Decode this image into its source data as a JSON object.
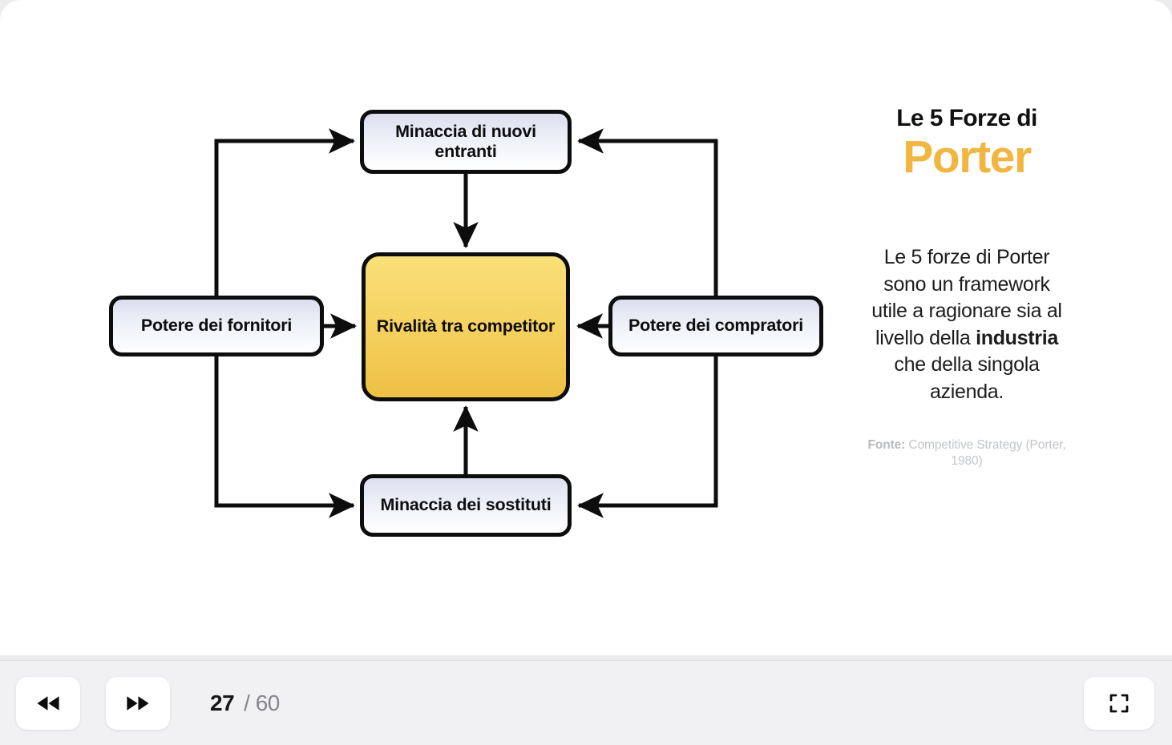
{
  "diagram": {
    "title": "Le 5 Forze di Porter",
    "nodes": {
      "top": "Minaccia di nuovi entranti",
      "left": "Potere dei fornitori",
      "right": "Potere dei compratori",
      "bottom": "Minaccia dei sostituti",
      "center": "Rivalità tra competitor"
    },
    "colors": {
      "center_fill_top": "#f9e079",
      "center_fill_bottom": "#eec044",
      "node_fill_top": "#dcdeee",
      "node_fill_bottom": "#ffffff",
      "stroke": "#0d0d0d",
      "accent": "#f2b640"
    }
  },
  "side": {
    "title_line1": "Le 5 Forze di",
    "title_line2": "Porter",
    "body_before": "Le 5 forze di Porter sono un framework utile a ragionare sia al livello della ",
    "body_bold": "industria",
    "body_after": " che della singola azienda.",
    "source_label": "Fonte:",
    "source_text": " Competitive Strategy (Porter, 1980)"
  },
  "toolbar": {
    "prev_icon": "rewind-icon",
    "next_icon": "fast-forward-icon",
    "fullscreen_icon": "fullscreen-icon",
    "current_page": "27",
    "total_pages": "/ 60"
  }
}
